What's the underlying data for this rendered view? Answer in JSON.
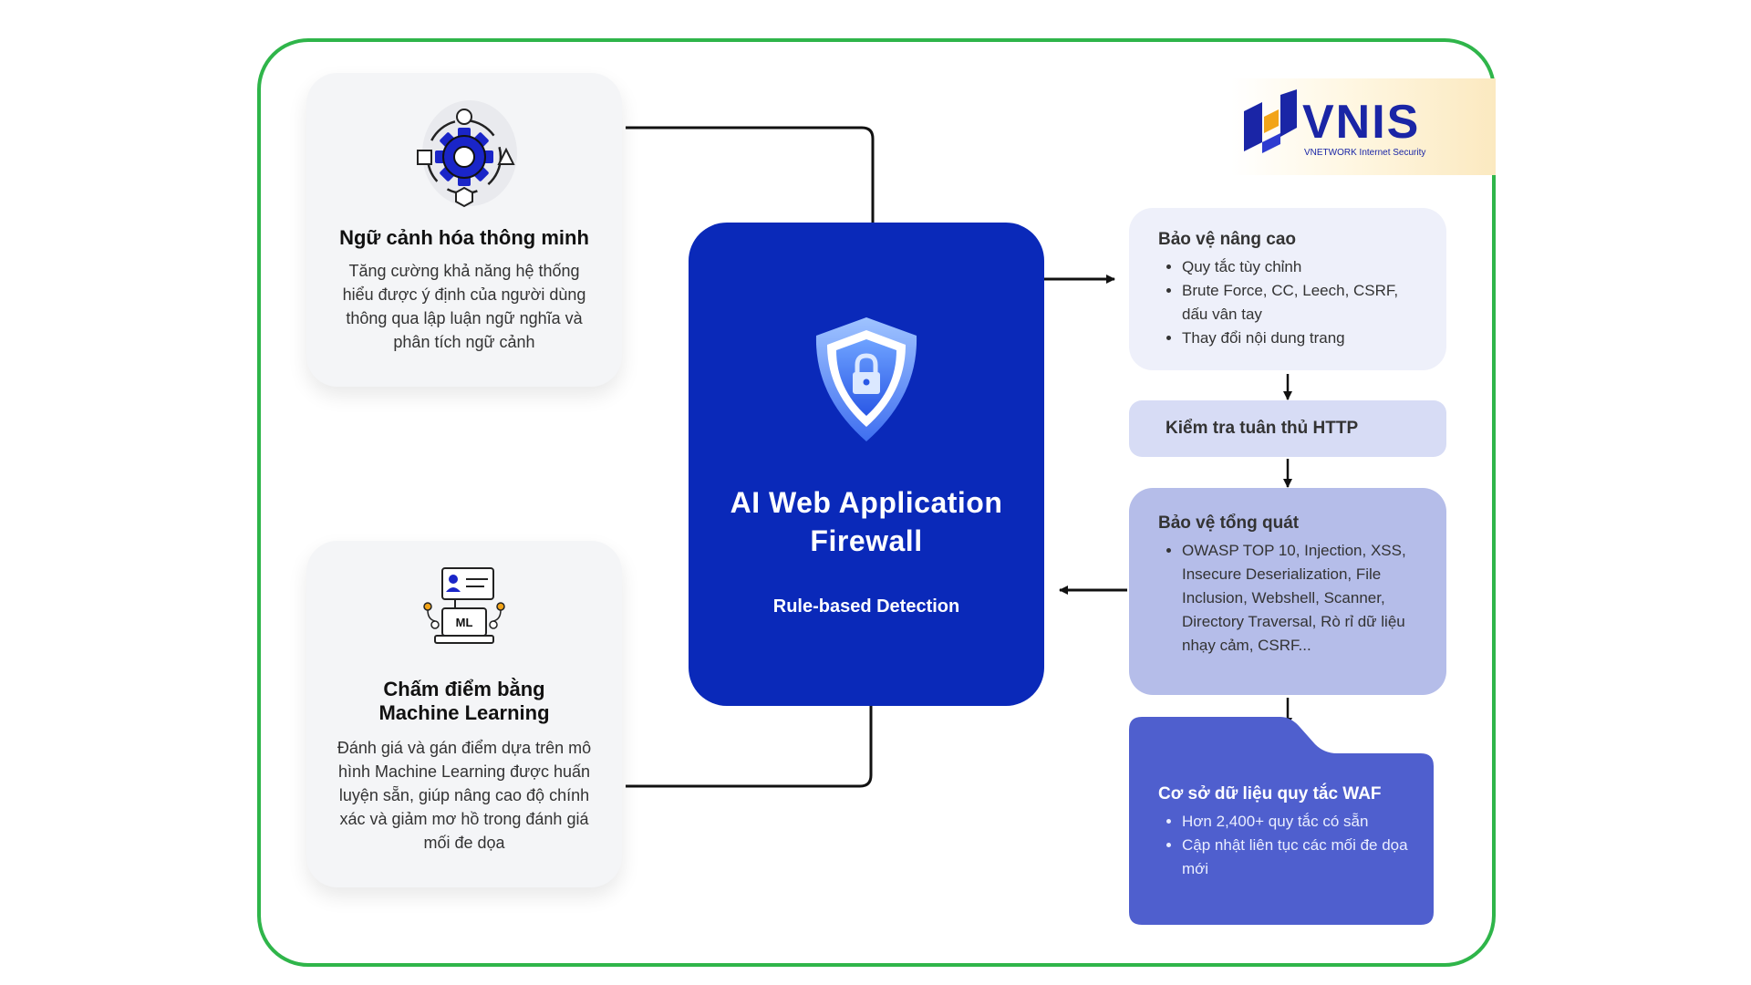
{
  "logo": {
    "brand": "VNIS",
    "tagline": "VNETWORK Internet Security",
    "brand_color": "#1a25a6"
  },
  "cards": {
    "context": {
      "icon": "gear-shapes-icon",
      "title": "Ngữ cảnh hóa thông minh",
      "description": "Tăng cường khả năng hệ thống hiểu được ý định của người dùng thông qua lập luận ngữ nghĩa và phân tích ngữ cảnh"
    },
    "ml": {
      "icon": "ml-laptop-icon",
      "icon_label": "ML",
      "title_line1": "Chấm điểm bằng",
      "title_line2": "Machine Learning",
      "description": "Đánh giá và gán điểm dựa trên mô hình Machine Learning được huấn luyện sẵn, giúp nâng cao độ chính xác và giảm mơ hồ trong đánh giá mối đe dọa"
    }
  },
  "center": {
    "icon": "shield-lock-icon",
    "title_line1": "AI Web Application",
    "title_line2": "Firewall",
    "subtitle": "Rule-based Detection",
    "color": "#0a29b9"
  },
  "pipeline": {
    "advanced": {
      "title": "Bảo vệ nâng cao",
      "items": [
        "Quy tắc tùy chỉnh",
        "Brute Force, CC, Leech, CSRF, dấu vân tay",
        "Thay đổi nội dung trang"
      ]
    },
    "http": {
      "title": "Kiểm tra tuân thủ HTTP"
    },
    "general": {
      "title": "Bảo vệ tổng quát",
      "items": [
        "OWASP TOP 10, Injection, XSS, Insecure Deserialization, File Inclusion, Webshell, Scanner, Directory Traversal, Rò rỉ dữ liệu nhạy cảm, CSRF..."
      ]
    },
    "waf_db": {
      "title": "Cơ sở dữ liệu quy tắc WAF",
      "items": [
        "Hơn 2,400+ quy tắc có sẵn",
        "Cập nhật liên tục các mối đe dọa mới"
      ]
    }
  },
  "colors": {
    "frame": "#2fb54a",
    "advanced_bg": "#eef0fa",
    "http_bg": "#d7dcf5",
    "general_bg": "#b5bde9",
    "waf_bg": "#4f5fce"
  }
}
